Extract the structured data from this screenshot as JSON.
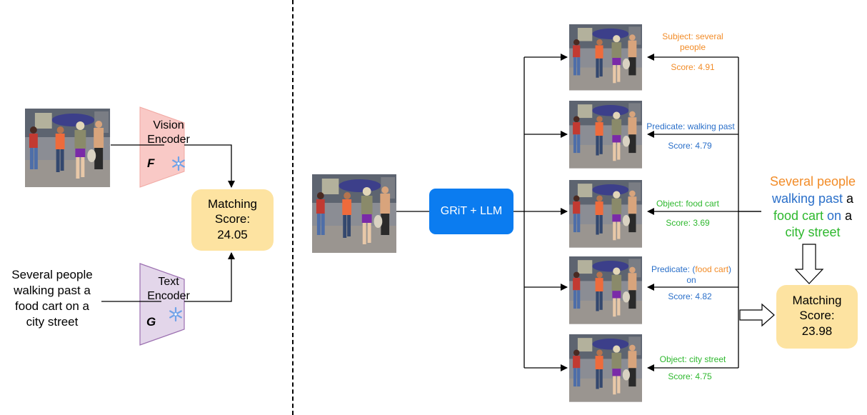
{
  "left": {
    "vision_encoder": {
      "line1": "Vision",
      "line2": "Encoder",
      "symbol": "F"
    },
    "text_encoder": {
      "line1": "Text",
      "line2": "Encoder",
      "symbol": "G"
    },
    "matching": {
      "line1": "Matching",
      "line2": "Score:",
      "value": "24.05"
    },
    "caption": [
      "Several people",
      "walking past a",
      "food cart on a",
      "city street"
    ],
    "freeze_icon": "snowflake-icon"
  },
  "right": {
    "grit_label": "GRiT + LLM",
    "branches": [
      {
        "label_parts": [
          {
            "text": "Subject: several",
            "color": "orange"
          }
        ],
        "label_line2": [
          {
            "text": "people",
            "color": "orange"
          }
        ],
        "score": "Score: 4.91",
        "score_color": "orange"
      },
      {
        "label_parts": [
          {
            "text": "Predicate: walking past",
            "color": "blue"
          }
        ],
        "label_line2": [],
        "score": "Score: 4.79",
        "score_color": "blue"
      },
      {
        "label_parts": [
          {
            "text": "Object: food cart",
            "color": "green"
          }
        ],
        "label_line2": [],
        "score": "Score: 3.69",
        "score_color": "green"
      },
      {
        "label_parts": [
          {
            "text": "Predicate: (",
            "color": "blue"
          },
          {
            "text": "food cart",
            "color": "orange"
          },
          {
            "text": ")",
            "color": "blue"
          }
        ],
        "label_line2": [
          {
            "text": "on",
            "color": "blue"
          }
        ],
        "score": "Score: 4.82",
        "score_color": "blue"
      },
      {
        "label_parts": [
          {
            "text": "Object: city street",
            "color": "green"
          }
        ],
        "label_line2": [],
        "score": "Score: 4.75",
        "score_color": "green"
      }
    ],
    "sentence_lines": [
      [
        {
          "text": "Several people",
          "color": "orange"
        }
      ],
      [
        {
          "text": "walking past",
          "color": "blue"
        },
        {
          "text": " a",
          "color": "black"
        }
      ],
      [
        {
          "text": "food cart",
          "color": "green"
        },
        {
          "text": " on",
          "color": "blue"
        },
        {
          "text": " a",
          "color": "black"
        }
      ],
      [
        {
          "text": "city street",
          "color": "green"
        }
      ]
    ],
    "matching": {
      "line1": "Matching",
      "line2": "Score:",
      "value": "23.98"
    }
  },
  "colors": {
    "vision_encoder_fill": "#f9c9c6",
    "text_encoder_fill": "#e3d6ea",
    "text_encoder_stroke": "#9b6fb0",
    "matching_fill": "#fde3a1",
    "grit_fill": "#0b7cf0",
    "snowflake": "#6fa2e8"
  }
}
